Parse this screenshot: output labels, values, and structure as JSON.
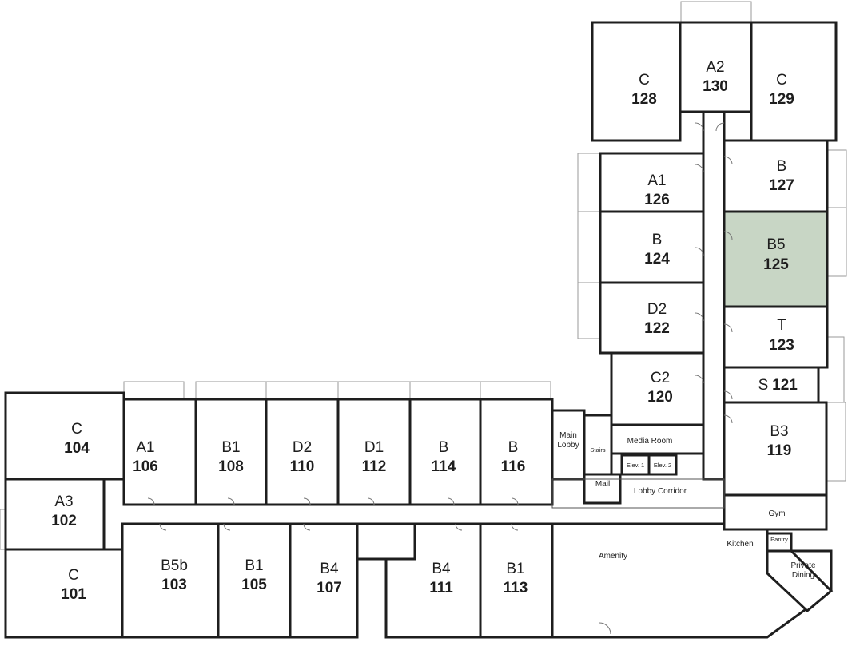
{
  "units": [
    {
      "id": "u128",
      "type": "C",
      "number": "128"
    },
    {
      "id": "u130",
      "type": "A2",
      "number": "130"
    },
    {
      "id": "u129",
      "type": "C",
      "number": "129"
    },
    {
      "id": "u126",
      "type": "A1",
      "number": "126"
    },
    {
      "id": "u127",
      "type": "B",
      "number": "127"
    },
    {
      "id": "u124",
      "type": "B",
      "number": "124"
    },
    {
      "id": "u125",
      "type": "B5",
      "number": "125",
      "highlighted": true
    },
    {
      "id": "u122",
      "type": "D2",
      "number": "122"
    },
    {
      "id": "u123",
      "type": "T",
      "number": "123"
    },
    {
      "id": "u120",
      "type": "C2",
      "number": "120"
    },
    {
      "id": "u121",
      "type": "S",
      "number": "121"
    },
    {
      "id": "u119",
      "type": "B3",
      "number": "119"
    },
    {
      "id": "u104",
      "type": "C",
      "number": "104"
    },
    {
      "id": "u106",
      "type": "A1",
      "number": "106"
    },
    {
      "id": "u108",
      "type": "B1",
      "number": "108"
    },
    {
      "id": "u110",
      "type": "D2",
      "number": "110"
    },
    {
      "id": "u112",
      "type": "D1",
      "number": "112"
    },
    {
      "id": "u114",
      "type": "B",
      "number": "114"
    },
    {
      "id": "u116",
      "type": "B",
      "number": "116"
    },
    {
      "id": "u102",
      "type": "A3",
      "number": "102"
    },
    {
      "id": "u101",
      "type": "C",
      "number": "101"
    },
    {
      "id": "u103",
      "type": "B5b",
      "number": "103"
    },
    {
      "id": "u105",
      "type": "B1",
      "number": "105"
    },
    {
      "id": "u107",
      "type": "B4",
      "number": "107"
    },
    {
      "id": "u111",
      "type": "B4",
      "number": "111"
    },
    {
      "id": "u113",
      "type": "B1",
      "number": "113"
    }
  ],
  "rooms": {
    "main_lobby_1": "Main",
    "main_lobby_2": "Lobby",
    "stairs": "Stairs",
    "media_room": "Media Room",
    "elev1": "Elev. 1",
    "elev2": "Elev. 2",
    "mail": "Mail",
    "lobby_corridor": "Lobby Corridor",
    "gym": "Gym",
    "amenity": "Amenity",
    "kitchen": "Kitchen",
    "pantry": "Pantry",
    "private_dining_1": "Private",
    "private_dining_2": "Dining"
  },
  "colors": {
    "highlight": "#c8d6c5",
    "wall": "#1e1e1e"
  }
}
